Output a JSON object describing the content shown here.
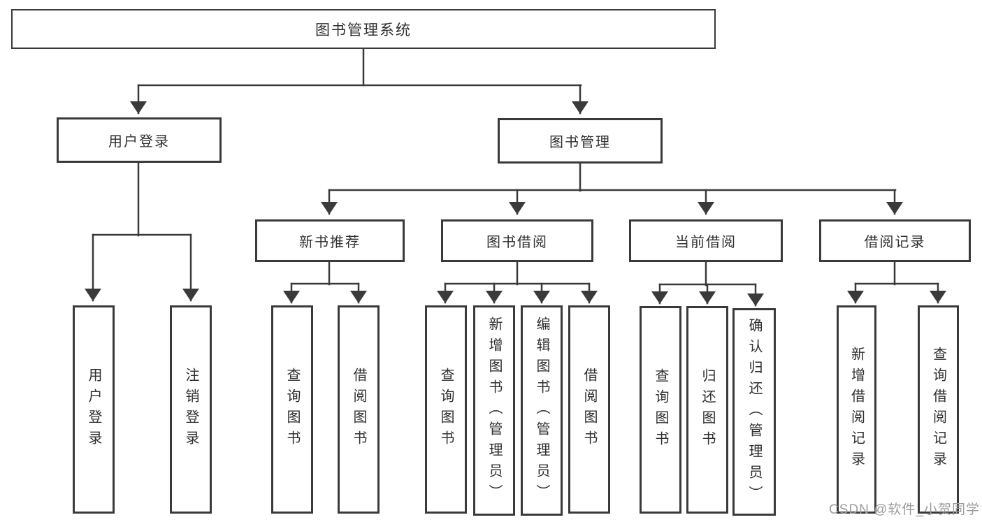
{
  "diagram": {
    "root": {
      "label": "图书管理系统"
    },
    "level2": [
      {
        "label": "用户登录"
      },
      {
        "label": "图书管理"
      }
    ],
    "level3": [
      {
        "label": "新书推荐"
      },
      {
        "label": "图书借阅"
      },
      {
        "label": "当前借阅"
      },
      {
        "label": "借阅记录"
      }
    ],
    "leaves": [
      {
        "label": "用户登录",
        "parent": "用户登录"
      },
      {
        "label": "注销登录",
        "parent": "用户登录"
      },
      {
        "label": "查询图书",
        "parent": "新书推荐"
      },
      {
        "label": "借阅图书",
        "parent": "新书推荐"
      },
      {
        "label": "查询图书",
        "parent": "图书借阅"
      },
      {
        "label": "新增图书（管理员）",
        "parent": "图书借阅"
      },
      {
        "label": "编辑图书（管理员）",
        "parent": "图书借阅"
      },
      {
        "label": "借阅图书",
        "parent": "图书借阅"
      },
      {
        "label": "查询图书",
        "parent": "当前借阅"
      },
      {
        "label": "归还图书",
        "parent": "当前借阅"
      },
      {
        "label": "确认归还（管理员）",
        "parent": "当前借阅"
      },
      {
        "label": "新增借阅记录",
        "parent": "借阅记录"
      },
      {
        "label": "查询借阅记录",
        "parent": "借阅记录"
      }
    ]
  },
  "watermark": "CSDN @软件_小贺同学",
  "colors": {
    "line": "#3a3a3a",
    "box_border": "#3a3a3a",
    "text": "#2f2f2f",
    "watermark": "#9c9c9c",
    "background": "#ffffff"
  }
}
